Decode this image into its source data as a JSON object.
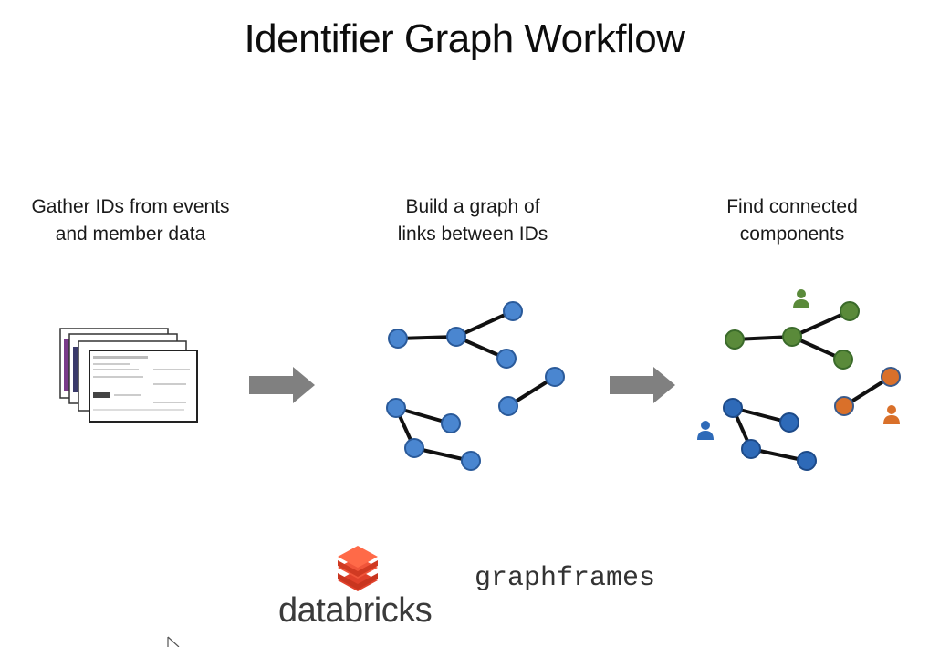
{
  "title": "Identifier Graph Workflow",
  "steps": [
    {
      "line1": "Gather IDs from events",
      "line2": "and member data"
    },
    {
      "line1": "Build a graph of",
      "line2": "links between IDs"
    },
    {
      "line1": "Find connected",
      "line2": "components"
    }
  ],
  "logos": {
    "platform": "databricks",
    "library": "graphframes"
  },
  "colors": {
    "node_blue": "#4a86d0",
    "node_green": "#5a8a3a",
    "node_orange": "#d9702a",
    "arrow": "#808080",
    "brand": "#e0412b"
  },
  "icons": [
    "document-stack-icon",
    "arrow-right-icon",
    "person-icon",
    "databricks-logo-icon"
  ]
}
